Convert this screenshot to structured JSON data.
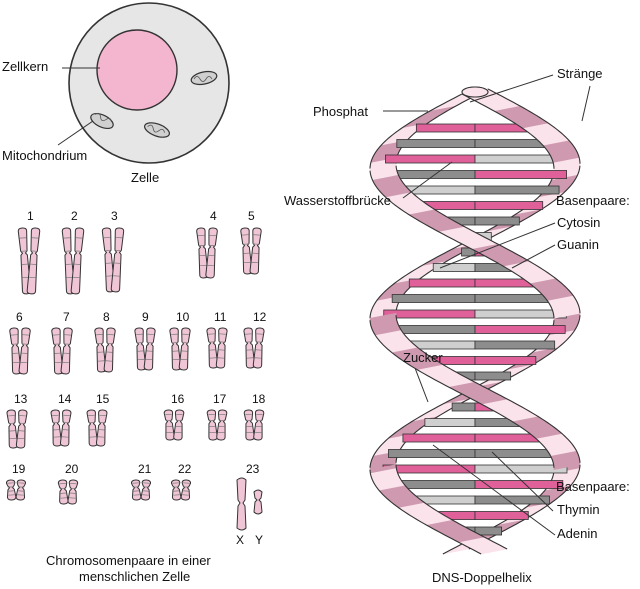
{
  "cell": {
    "title": "Zelle",
    "labels": {
      "nucleus": "Zellkern",
      "mitochondrion": "Mitochondrium"
    }
  },
  "karyotype": {
    "caption_line1": "Chromosomenpaare in einer",
    "caption_line2": "menschlichen Zelle",
    "numbers": [
      "1",
      "2",
      "3",
      "4",
      "5",
      "6",
      "7",
      "8",
      "9",
      "10",
      "11",
      "12",
      "13",
      "14",
      "15",
      "16",
      "17",
      "18",
      "19",
      "20",
      "21",
      "22",
      "23"
    ],
    "sex_labels": [
      "X",
      "Y"
    ]
  },
  "helix": {
    "title": "DNS-Doppelhelix",
    "labels": {
      "phosphate": "Phosphat",
      "strands": "Stränge",
      "hydrogen_bond": "Wasserstoffbrücke",
      "base_pairs_top": "Basenpaare:",
      "cytosine": "Cytosin",
      "guanine": "Guanin",
      "sugar": "Zucker",
      "base_pairs_bottom": "Basenpaare:",
      "thymine": "Thymin",
      "adenine": "Adenin"
    }
  },
  "colors": {
    "outline": "#333333",
    "cell_fill": "#e6e6e6",
    "nucleus_fill": "#f4b6cf",
    "strand_light": "#fbe3ec",
    "strand_dark": "#cf9ab0",
    "base_pink": "#e0609a",
    "base_dark_gray": "#8d8d8d",
    "base_light_gray": "#cfcfcf",
    "chromosome_fill": "#f0c6d6"
  }
}
